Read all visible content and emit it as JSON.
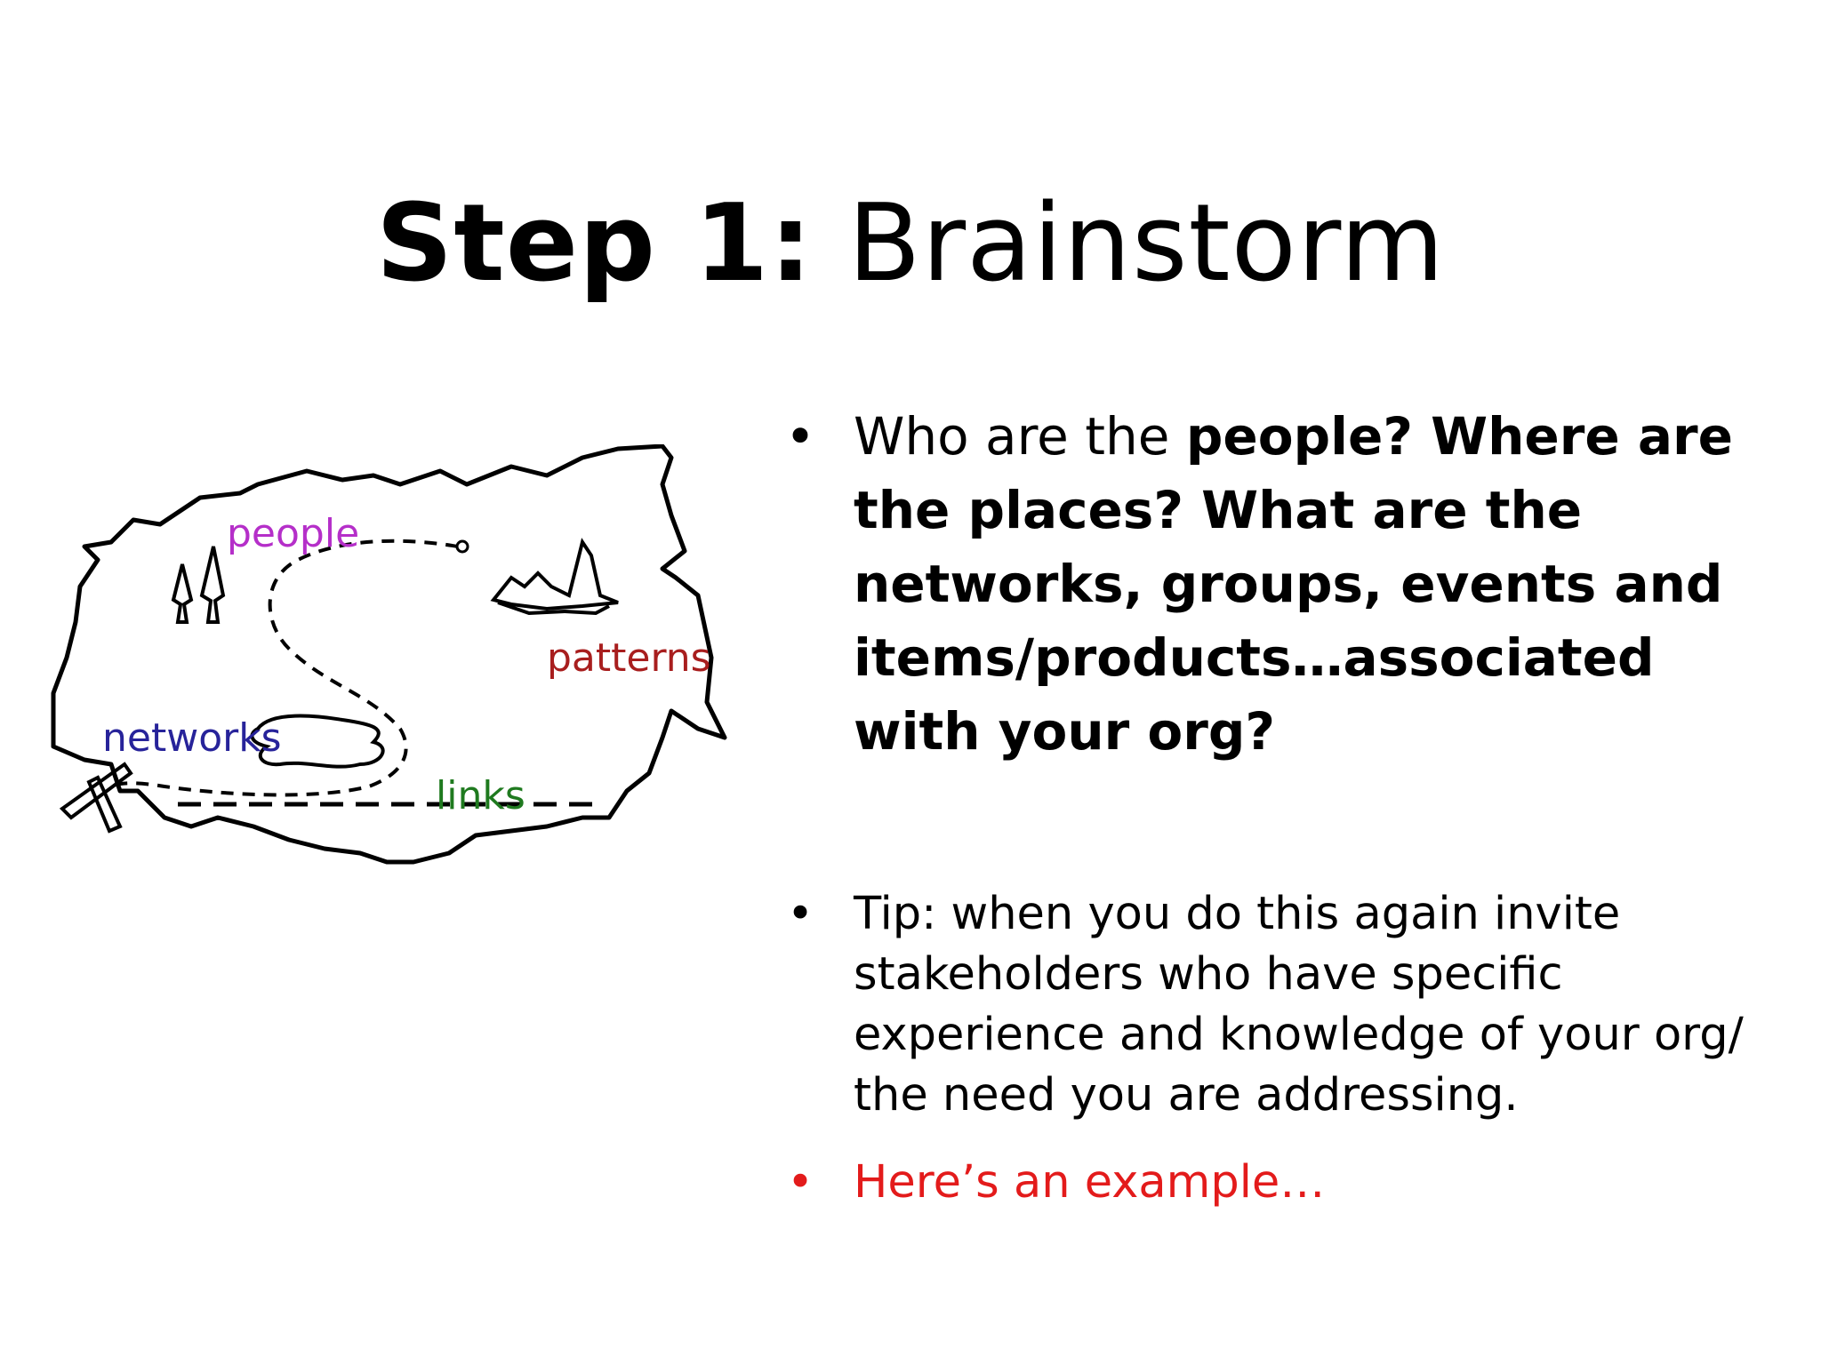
{
  "slide": {
    "title_bold": "Step 1:",
    "title_rest": " Brainstorm",
    "map": {
      "labels": {
        "people": "people",
        "patterns": "patterns",
        "networks": "networks",
        "links": "links"
      },
      "colors": {
        "people": "#b52fc9",
        "patterns": "#a81e1e",
        "networks": "#27239a",
        "links": "#1f7a1f",
        "outline": "#000000"
      }
    },
    "bullets": {
      "b1_plain": "Who are the ",
      "b1_bold": "people? Where are the places? What are the networks, groups, events and items/products…associated with your org?",
      "b2": "Tip: when you do this again invite stakeholders who have specific experience and knowledge of your org/ the need you are addressing.",
      "b3": "Here’s an example…",
      "bullet_char": "•",
      "b3_color": "#e31b1b"
    }
  }
}
